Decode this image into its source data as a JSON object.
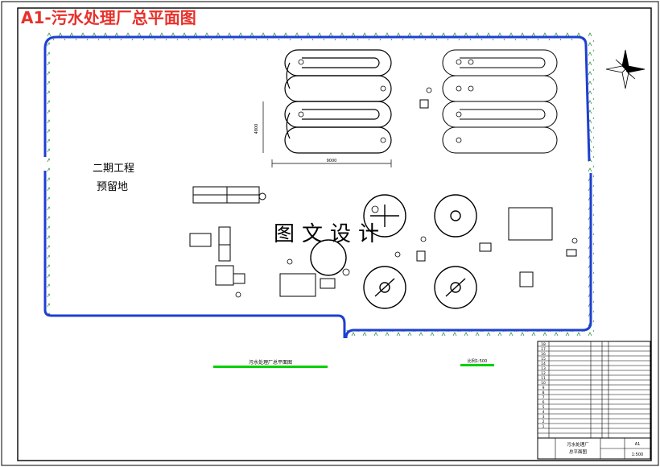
{
  "title": "A1-污水处理厂总平面图",
  "reserved_area": {
    "line1": "二期工程",
    "line2": "预留地"
  },
  "watermark": "图文设计",
  "dimension_labels": {
    "width": "9000",
    "height": "4800"
  },
  "bottom_labels": {
    "left": "污水处理厂总平面图",
    "right": "比例1:500"
  },
  "unit_markers": [
    "1",
    "2",
    "3",
    "4",
    "5",
    "6",
    "7",
    "8",
    "9",
    "10",
    "11",
    "12",
    "13",
    "14",
    "15",
    "16",
    "17",
    "18"
  ],
  "title_block": {
    "title_line1": "污水处理厂",
    "title_line2": "总平面图",
    "code": "A1",
    "scale": "1:500"
  },
  "colors": {
    "title": "#e8302a",
    "road": "#1e3fd1",
    "grass": "#2f8f3a",
    "green_band": "#00d000",
    "linework": "#000000"
  },
  "icons": [
    "north-arrow-icon",
    "grass-symbol-icon"
  ]
}
